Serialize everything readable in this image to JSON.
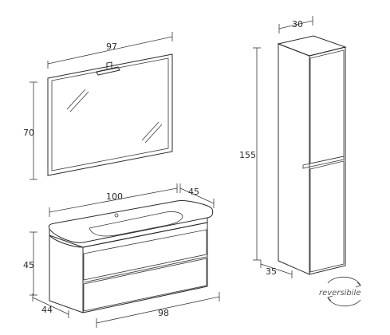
{
  "dimensions": {
    "mirror_width": "97",
    "mirror_height": "70",
    "vanity_width": "100",
    "vanity_depth": "45",
    "vanity_height": "45",
    "vanity_side_depth": "44",
    "vanity_bottom_width": "98",
    "column_width": "30",
    "column_height": "155",
    "column_depth": "35"
  },
  "badge": {
    "label": "reversibile"
  },
  "colors": {
    "line": "#2b2b2b",
    "mirror_fill": "#ffffff",
    "panel_fill": "#ffffff",
    "badge_text": "#555555"
  },
  "icons": {
    "mirror_glint": "diagonal-lines",
    "reversible": "circular-arrows-icon",
    "dimension_ticks": "slash-tick"
  }
}
